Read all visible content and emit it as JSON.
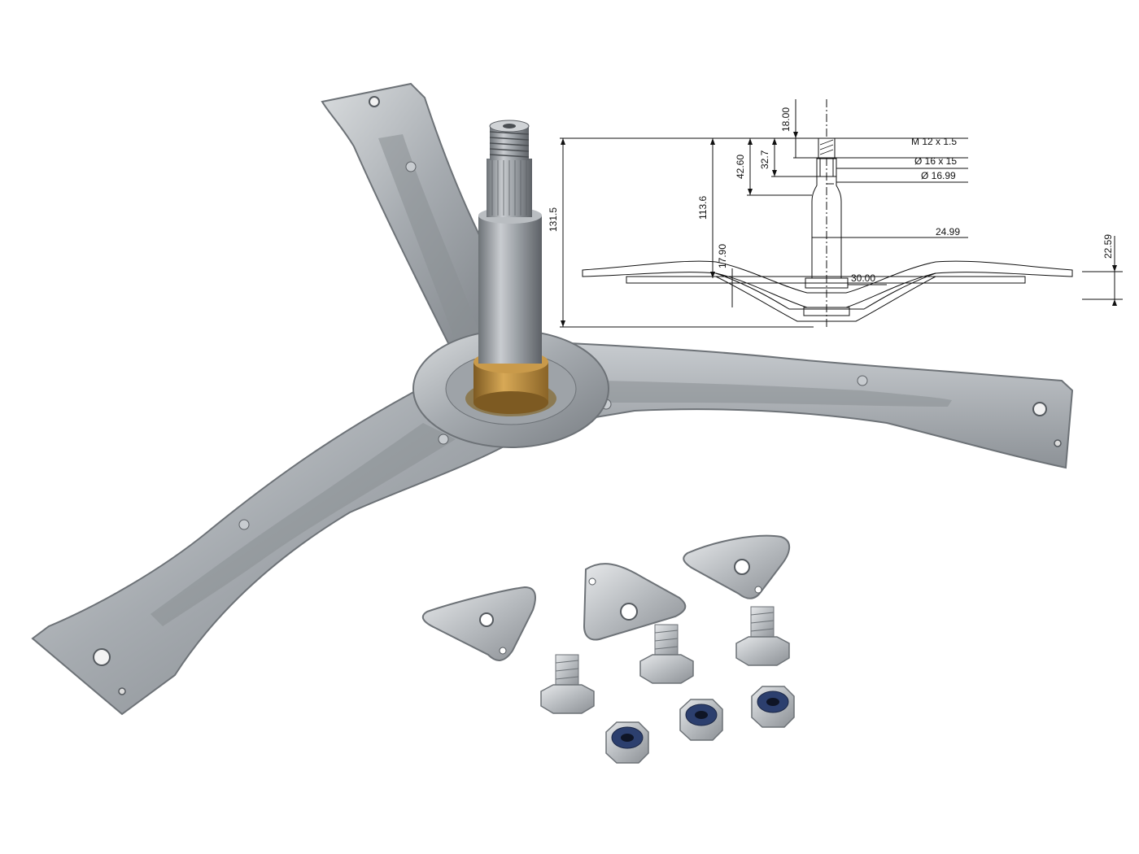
{
  "drawing": {
    "thread_spec": "M 12 x 1.5",
    "spline_spec": "Ø 16 x 15",
    "journal_diameter": "Ø 16.99",
    "shaft_diameter": "24.99",
    "hub_diameter": "30.00",
    "overall_height": "131.5",
    "height_to_flange": "113.6",
    "upper_shaft_length": "42.60",
    "spline_length": "32.7",
    "thread_length": "18.00",
    "hub_depth": "17.90",
    "arm_height": "22.59"
  },
  "parts": {
    "spider_arm_count": 3,
    "mounting_plates": 3,
    "hex_bolts": 3,
    "lock_nuts": 3
  },
  "colors": {
    "aluminum": "#a9adb1",
    "aluminum_dark": "#6f7479",
    "bronze_bushing": "#b8893e",
    "steel": "#c4c7ca",
    "nylon_insert": "#2c3f6e"
  }
}
